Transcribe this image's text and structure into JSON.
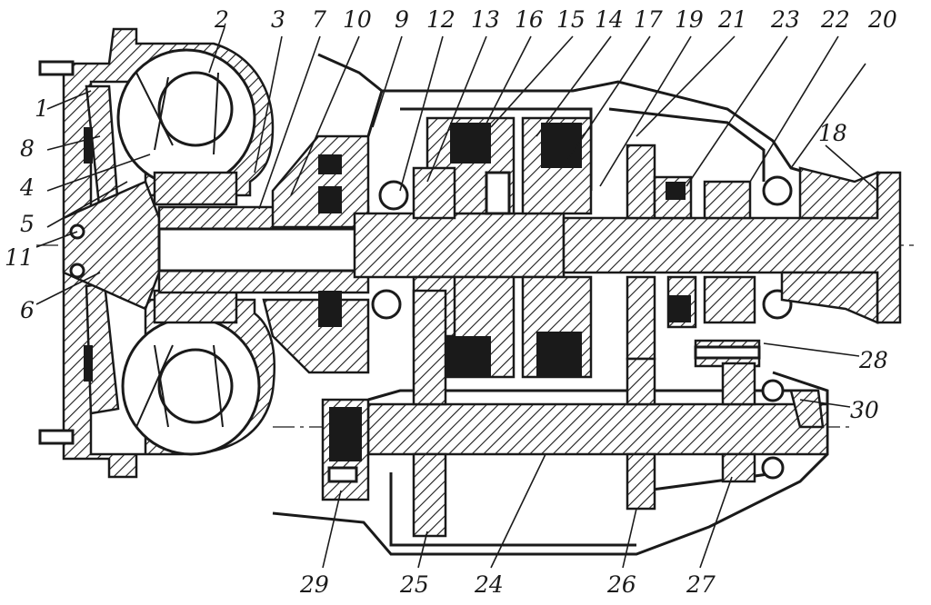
{
  "labels": [
    "1",
    "2",
    "3",
    "4",
    "5",
    "6",
    "7",
    "8",
    "9",
    "10",
    "11",
    "12",
    "13",
    "14",
    "15",
    "16",
    "17",
    "18",
    "19",
    "20",
    "21",
    "22",
    "23",
    "24",
    "25",
    "26",
    "27",
    "28",
    "29",
    "30"
  ]
}
